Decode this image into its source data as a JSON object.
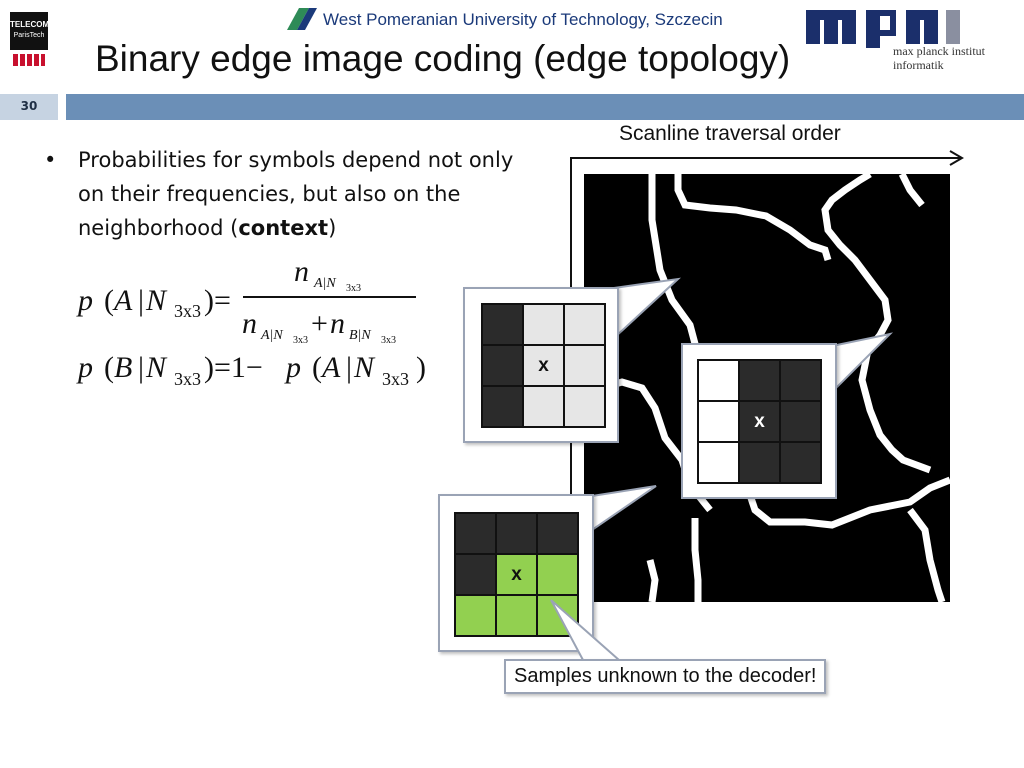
{
  "header": {
    "telecom_line1": "TELECOM",
    "telecom_line2": "ParisTech",
    "university": "West Pomeranian University of Technology, Szczecin",
    "mpi_line1": "max planck institut",
    "mpi_line2": "informatik"
  },
  "slide": {
    "number": "30",
    "title": "Binary edge image coding (edge topology)"
  },
  "bullet": {
    "marker": "•",
    "text_before": "Probabilities for symbols depend not only on their frequencies, but also on the neighborhood (",
    "bold": "context",
    "text_after": ")"
  },
  "figure": {
    "scan_label": "Scanline traversal order",
    "samples_label": "Samples unknown to the decoder!",
    "grid1": [
      "dark",
      "light",
      "light",
      "dark",
      "x-light",
      "light",
      "dark",
      "light",
      "light"
    ],
    "grid2": [
      "white",
      "dark",
      "dark",
      "white",
      "x-dark",
      "dark",
      "white",
      "dark",
      "dark"
    ],
    "grid3": [
      "dark",
      "dark",
      "dark",
      "dark",
      "x-green",
      "green",
      "green",
      "green",
      "green"
    ],
    "mark": "x",
    "colors": {
      "dark": "#2b2b2b",
      "light": "#e6e6e6",
      "white": "#ffffff",
      "green": "#92d050",
      "bar": "#6b8fb7",
      "numbox": "#c6d3e2"
    }
  }
}
